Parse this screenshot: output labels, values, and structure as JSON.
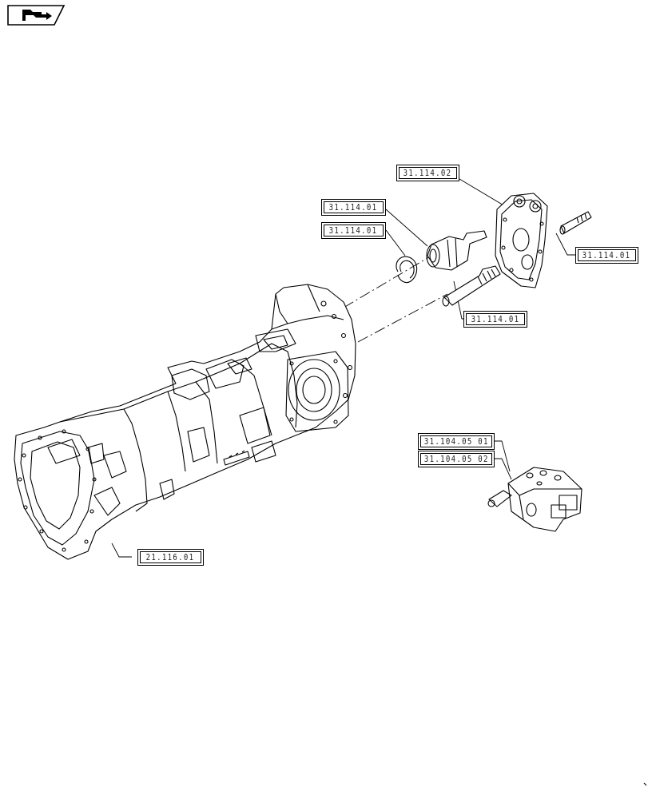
{
  "diagram": {
    "icon": "flag-arrow-icon",
    "callouts": {
      "c1": "31.114.02",
      "c2": "31.114.01",
      "c3": "31.114.01",
      "c4": "31.114.01",
      "c5": "31.114.01",
      "c6": "31.104.05 01",
      "c7": "31.104.05 02",
      "c8": "21.116.01"
    }
  }
}
